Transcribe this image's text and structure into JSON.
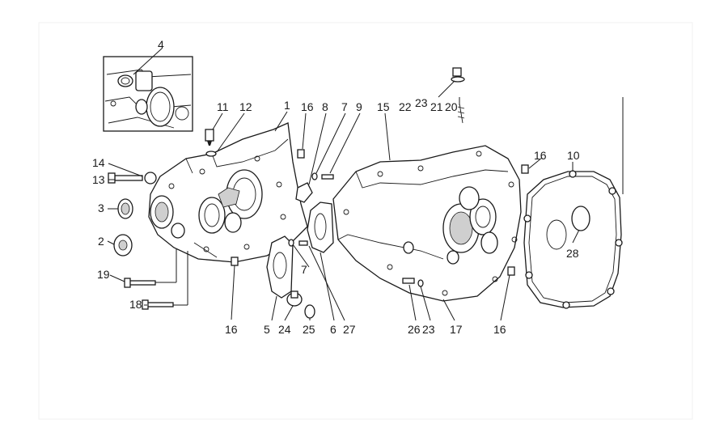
{
  "diagram": {
    "callouts": {
      "c1": "1",
      "c2": "2",
      "c3": "3",
      "c4": "4",
      "c5": "5",
      "c6": "6",
      "c7a": "7",
      "c7b": "7",
      "c8": "8",
      "c9": "9",
      "c10": "10",
      "c11": "11",
      "c12": "12",
      "c13": "13",
      "c14": "14",
      "c15": "15",
      "c16a": "16",
      "c16b": "16",
      "c16c": "16",
      "c16d": "16",
      "c17": "17",
      "c18": "18",
      "c19": "19",
      "c20": "20",
      "c21": "21",
      "c22": "22",
      "c23a": "23",
      "c23b": "23",
      "c24": "24",
      "c25": "25",
      "c26": "26",
      "c27": "27",
      "c28": "28"
    }
  }
}
